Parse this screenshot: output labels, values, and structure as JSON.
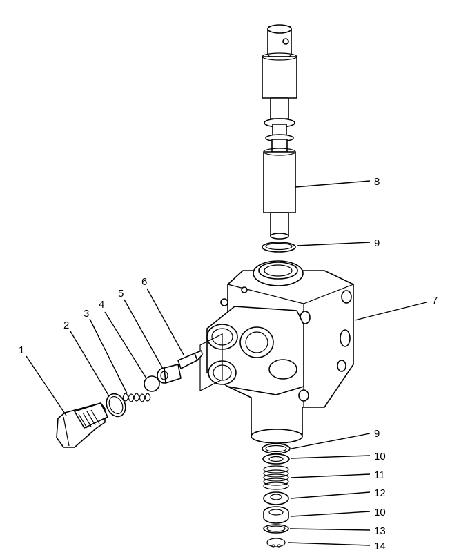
{
  "callouts": [
    {
      "id": "c1",
      "text": "1"
    },
    {
      "id": "c2",
      "text": "2"
    },
    {
      "id": "c3",
      "text": "3"
    },
    {
      "id": "c4",
      "text": "4"
    },
    {
      "id": "c5",
      "text": "5"
    },
    {
      "id": "c6",
      "text": "6"
    },
    {
      "id": "c7",
      "text": "7"
    },
    {
      "id": "c8",
      "text": "8"
    },
    {
      "id": "c9a",
      "text": "9"
    },
    {
      "id": "c9b",
      "text": "9"
    },
    {
      "id": "c10a",
      "text": "10"
    },
    {
      "id": "c11",
      "text": "11"
    },
    {
      "id": "c12",
      "text": "12"
    },
    {
      "id": "c10b",
      "text": "10"
    },
    {
      "id": "c13",
      "text": "13"
    },
    {
      "id": "c14",
      "text": "14"
    }
  ]
}
